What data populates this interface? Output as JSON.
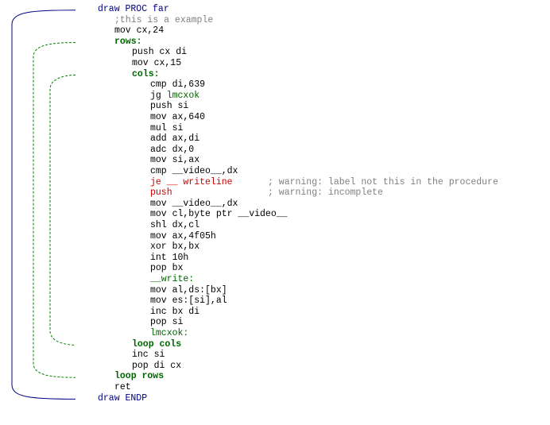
{
  "colors": {
    "default": "#000000",
    "keyword": "#000080",
    "label": "#006400",
    "comment": "#808080",
    "error": "#cc0000",
    "bracket_outer": "#000080",
    "bracket_inner": "#008000"
  },
  "lines": [
    {
      "indent": 0,
      "parts": [
        {
          "t": "draw PROC far",
          "c": "keyword"
        }
      ]
    },
    {
      "indent": 1,
      "parts": [
        {
          "t": ";this is a example",
          "c": "comment"
        }
      ]
    },
    {
      "indent": 1,
      "parts": [
        {
          "t": "mov cx,24",
          "c": "default"
        }
      ]
    },
    {
      "indent": 1,
      "parts": [
        {
          "t": "rows:",
          "c": "label",
          "b": true
        }
      ]
    },
    {
      "indent": 2,
      "parts": [
        {
          "t": "push cx di",
          "c": "default"
        }
      ]
    },
    {
      "indent": 2,
      "parts": [
        {
          "t": "mov cx,15",
          "c": "default"
        }
      ]
    },
    {
      "indent": 2,
      "parts": [
        {
          "t": "cols:",
          "c": "label",
          "b": true
        }
      ]
    },
    {
      "indent": 3,
      "parts": [
        {
          "t": "cmp di,639",
          "c": "default"
        }
      ]
    },
    {
      "indent": 3,
      "parts": [
        {
          "t": "jg ",
          "c": "default"
        },
        {
          "t": "lmcxok",
          "c": "label"
        }
      ]
    },
    {
      "indent": 3,
      "parts": [
        {
          "t": "push si",
          "c": "default"
        }
      ]
    },
    {
      "indent": 3,
      "parts": [
        {
          "t": "mov ax,640",
          "c": "default"
        }
      ]
    },
    {
      "indent": 3,
      "parts": [
        {
          "t": "mul si",
          "c": "default"
        }
      ]
    },
    {
      "indent": 3,
      "parts": [
        {
          "t": "add ax,di",
          "c": "default"
        }
      ]
    },
    {
      "indent": 3,
      "parts": [
        {
          "t": "adc dx,0",
          "c": "default"
        }
      ]
    },
    {
      "indent": 3,
      "parts": [
        {
          "t": "mov si,ax",
          "c": "default"
        }
      ]
    },
    {
      "indent": 3,
      "parts": [
        {
          "t": "cmp __video__,dx",
          "c": "default"
        }
      ]
    },
    {
      "indent": 3,
      "parts": [
        {
          "t": "je __ writeline",
          "c": "error"
        }
      ],
      "comment": "; warning: label not this in the procedure"
    },
    {
      "indent": 3,
      "parts": [
        {
          "t": "push",
          "c": "error"
        }
      ],
      "comment": "; warning: incomplete"
    },
    {
      "indent": 3,
      "parts": [
        {
          "t": "mov __video__,dx",
          "c": "default"
        }
      ]
    },
    {
      "indent": 3,
      "parts": [
        {
          "t": "mov cl,byte ptr __video__",
          "c": "default"
        }
      ]
    },
    {
      "indent": 3,
      "parts": [
        {
          "t": "shl dx,cl",
          "c": "default"
        }
      ]
    },
    {
      "indent": 3,
      "parts": [
        {
          "t": "mov ax,4f05h",
          "c": "default"
        }
      ]
    },
    {
      "indent": 3,
      "parts": [
        {
          "t": "xor bx,bx",
          "c": "default"
        }
      ]
    },
    {
      "indent": 3,
      "parts": [
        {
          "t": "int 10h",
          "c": "default"
        }
      ]
    },
    {
      "indent": 3,
      "parts": [
        {
          "t": "pop bx",
          "c": "default"
        }
      ]
    },
    {
      "indent": 3,
      "parts": [
        {
          "t": "__write:",
          "c": "label"
        }
      ]
    },
    {
      "indent": 3,
      "parts": [
        {
          "t": "mov al,ds:[bx]",
          "c": "default"
        }
      ]
    },
    {
      "indent": 3,
      "parts": [
        {
          "t": "mov es:[si],al",
          "c": "default"
        }
      ]
    },
    {
      "indent": 3,
      "parts": [
        {
          "t": "inc bx di",
          "c": "default"
        }
      ]
    },
    {
      "indent": 3,
      "parts": [
        {
          "t": "pop si",
          "c": "default"
        }
      ]
    },
    {
      "indent": 3,
      "parts": [
        {
          "t": "lmcxok:",
          "c": "label"
        }
      ]
    },
    {
      "indent": 2,
      "parts": [
        {
          "t": "loop cols",
          "c": "label",
          "b": true
        }
      ]
    },
    {
      "indent": 2,
      "parts": [
        {
          "t": "inc si",
          "c": "default"
        }
      ]
    },
    {
      "indent": 2,
      "parts": [
        {
          "t": "pop di cx",
          "c": "default"
        }
      ]
    },
    {
      "indent": 1,
      "parts": [
        {
          "t": "loop rows",
          "c": "label",
          "b": true
        }
      ]
    },
    {
      "indent": 1,
      "parts": [
        {
          "t": "ret",
          "c": "default"
        }
      ]
    },
    {
      "indent": 0,
      "parts": [
        {
          "t": "draw ENDP",
          "c": "keyword"
        }
      ]
    }
  ],
  "brackets": [
    {
      "name": "proc-bracket",
      "from_line": 0,
      "to_line": 36,
      "color": "bracket_outer",
      "dashed": false
    },
    {
      "name": "rows-loop-bracket",
      "from_line": 3,
      "to_line": 34,
      "color": "bracket_inner",
      "dashed": true
    },
    {
      "name": "cols-loop-bracket",
      "from_line": 6,
      "to_line": 31,
      "color": "bracket_inner",
      "dashed": true
    }
  ]
}
